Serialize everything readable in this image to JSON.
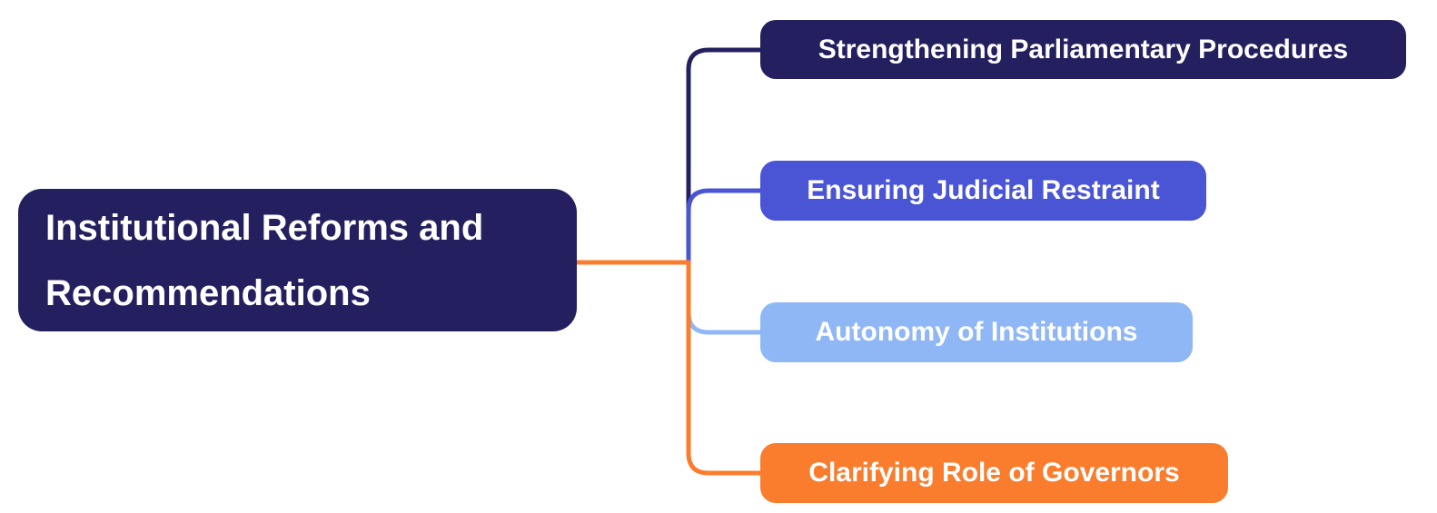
{
  "diagram": {
    "type": "mindmap",
    "background_color": "#ffffff",
    "text_color": "#ffffff",
    "root": {
      "label": "Institutional Reforms and Recommendations",
      "label_lines": [
        "Institutional Reforms and",
        "Recommendations"
      ],
      "bg_color": "#242060"
    },
    "children": [
      {
        "label": "Strengthening Parliamentary Procedures",
        "bg_color": "#242060",
        "line_color": "#242060"
      },
      {
        "label": "Ensuring Judicial Restraint",
        "bg_color": "#4A55D6",
        "line_color": "#4A55D6"
      },
      {
        "label": "Autonomy of Institutions",
        "bg_color": "#8FB7F6",
        "line_color": "#8FB7F6"
      },
      {
        "label": "Clarifying Role of Governors",
        "bg_color": "#F97D2D",
        "line_color": "#F97D2D"
      }
    ],
    "root_stub_color": "#F97D2D"
  }
}
